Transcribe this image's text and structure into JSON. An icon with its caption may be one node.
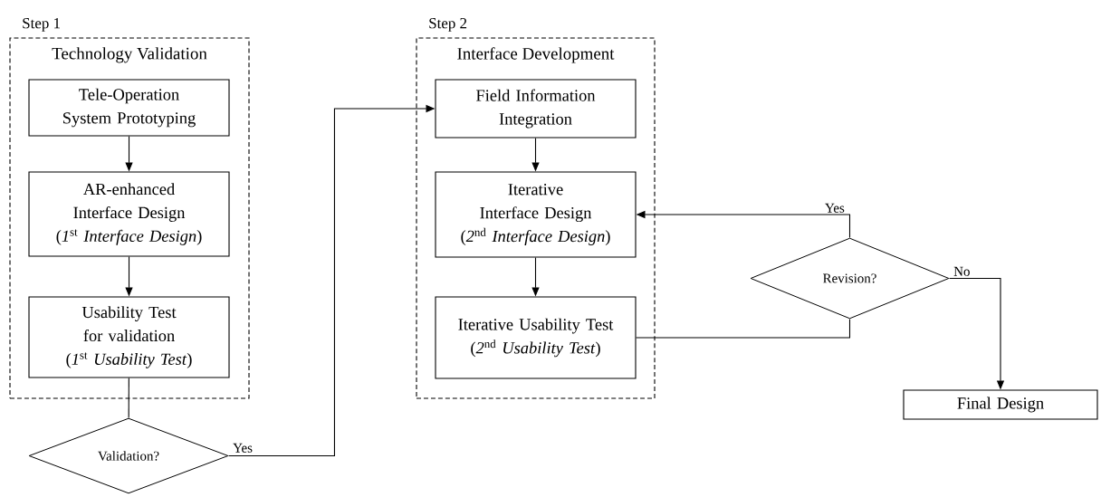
{
  "diagram": {
    "nodes": [
      {
        "text": [
          "Step 1",
          "Technology Validation"
        ]
      },
      {
        "text": [
          "Tele-Operation System Prototyping"
        ],
        "in": 0
      },
      {
        "text": [
          "AR-enhanced Interface Design",
          "(*1*$^{st}$ *Interface Design*)"
        ],
        "in": 0
      },
      {
        "text": [
          "Usability Test for validation",
          "(*1*$^{st}$ *Usability Test*)"
        ],
        "in": 0
      },
      {
        "text": [
          "Validation?"
        ]
      },
      {
        "text": [
          "Step 2",
          "Interface Development"
        ]
      },
      {
        "text": [
          "Field Information Integration"
        ],
        "in": 5
      },
      {
        "text": [
          "Iterative Interface Design",
          "(*2*$^{nd}$ *Interface Design*)"
        ],
        "in": 5
      },
      {
        "text": [
          "Iterative Usability Test",
          "(*2*$^{nd}$ *Usability Test*)"
        ],
        "in": 5
      },
      {
        "text": [
          "Revision?"
        ]
      },
      {
        "text": [
          "Final Design"
        ]
      }
    ],
    "edges": [
      {
        "from": 1,
        "to": 2,
        "arrow": "to"
      },
      {
        "from": 2,
        "to": 3,
        "arrow": "to"
      },
      {
        "from": 3,
        "to": 4,
        "arrow": "none"
      },
      {
        "from": 4,
        "to": 6,
        "arrow": "to",
        "label": "Yes"
      },
      {
        "from": 6,
        "to": 7,
        "arrow": "to"
      },
      {
        "from": 7,
        "to": 8,
        "arrow": "to"
      },
      {
        "from": 8,
        "to": 9,
        "arrow": "none"
      },
      {
        "from": 9,
        "to": 7,
        "arrow": "to",
        "label": "Yes"
      },
      {
        "from": 9,
        "to": 10,
        "arrow": "to",
        "label": "No"
      }
    ]
  }
}
